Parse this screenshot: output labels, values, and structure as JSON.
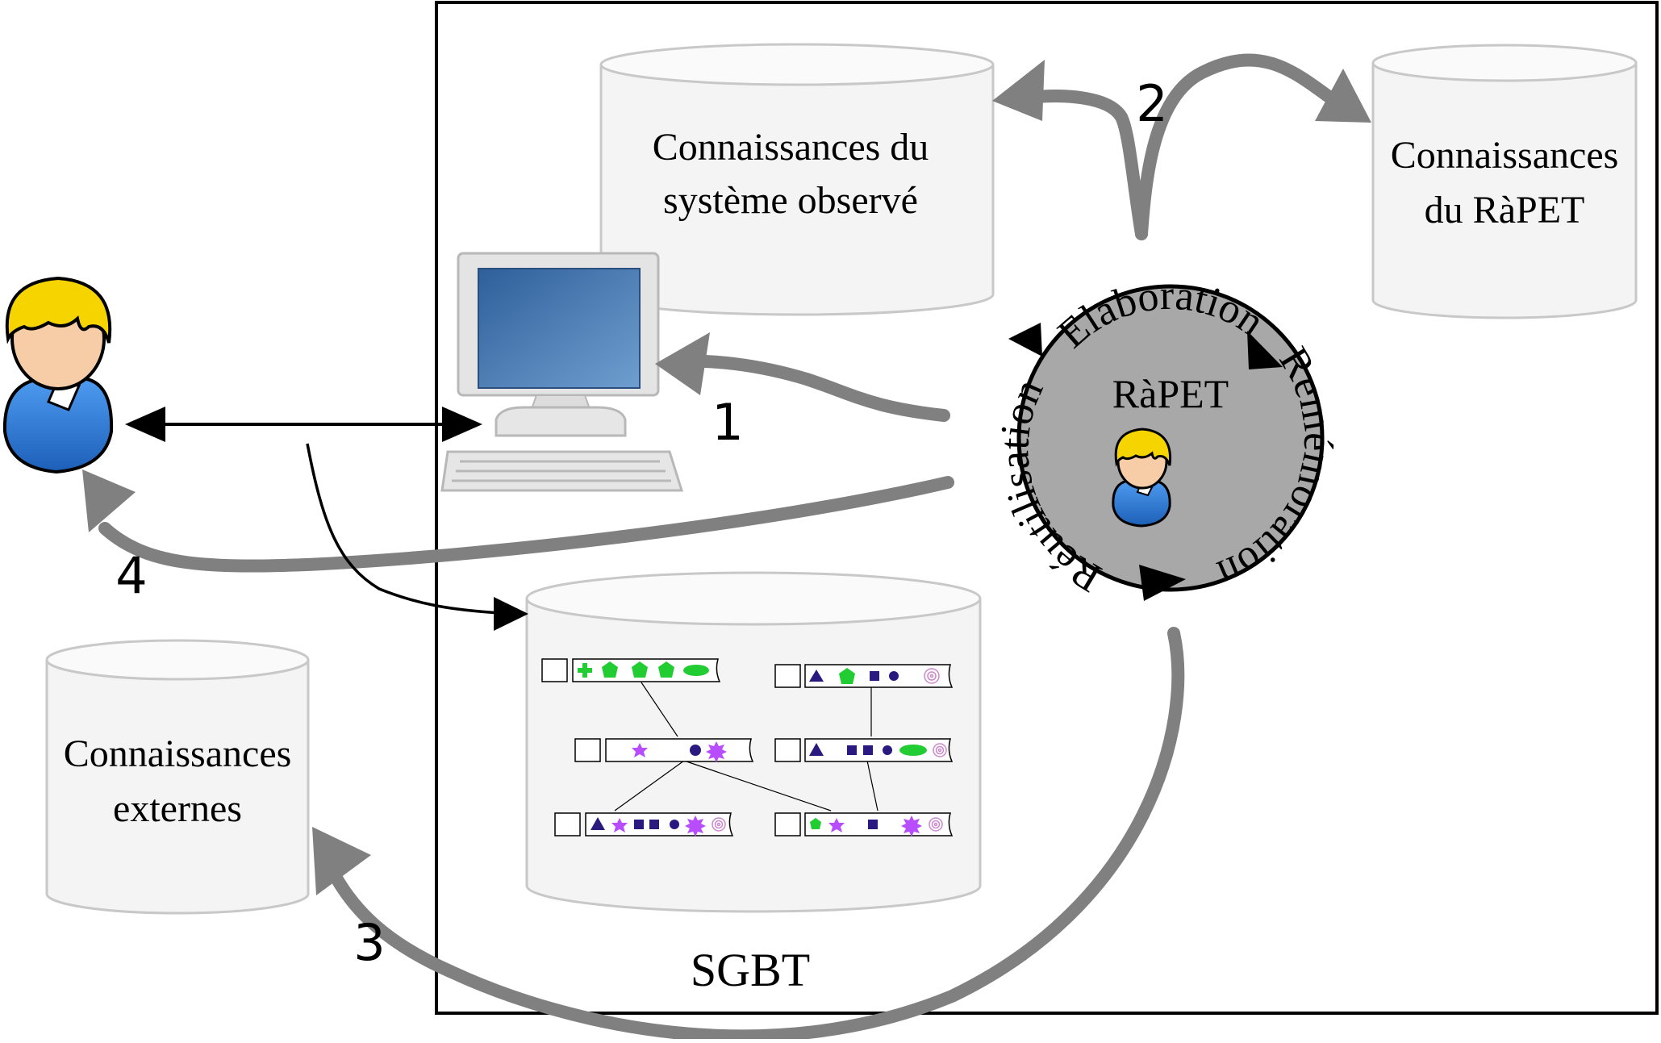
{
  "diagram": {
    "stores": {
      "observed_system": {
        "line1": "Connaissances du",
        "line2": "système observé"
      },
      "rapet_knowledge": {
        "line1": "Connaissances",
        "line2": "du RàPET"
      },
      "external": {
        "line1": "Connaissances",
        "line2": "externes"
      }
    },
    "sgbt_label": "SGBT",
    "rapet": {
      "center": "RàPET",
      "arc_top": "Elaboration",
      "arc_right": "Remémoration",
      "arc_bottom_left": "Réutilisation"
    },
    "arrow_numbers": {
      "one": "1",
      "two": "2",
      "three": "3",
      "four": "4"
    },
    "colors": {
      "arrow_gray": "#808080",
      "cylinder_fill": "#f4f4f4",
      "rapet_disc": "#a8a8a8",
      "green_shapes": "#22cc33",
      "navy_shapes": "#2a1a80",
      "purple_shapes": "#b84dff",
      "spiral": "#cc88cc",
      "hair": "#f5d400",
      "shirt": "#2f7fd8",
      "skin": "#f7cda8",
      "screen": "#3a6fa8"
    },
    "icons": [
      "user-icon",
      "computer-icon",
      "trace-model-icon"
    ]
  }
}
